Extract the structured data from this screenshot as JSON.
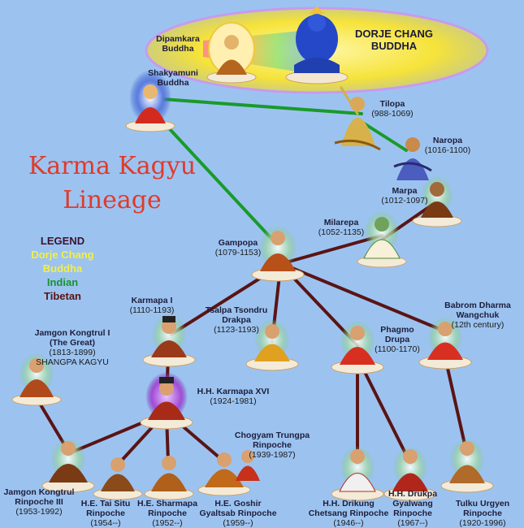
{
  "title": {
    "line1": "Karma Kagyu",
    "line2": "Lineage"
  },
  "legend": {
    "heading": "LEGEND",
    "items": [
      {
        "label": "Dorje Chang",
        "color": "#f6ef3a"
      },
      {
        "label": "Buddha",
        "color": "#f6ef3a"
      },
      {
        "label": "Indian",
        "color": "#17932a"
      },
      {
        "label": "Tibetan",
        "color": "#5c1313"
      }
    ]
  },
  "colors": {
    "background": "#9cc3f0",
    "indian_line": "#1a9a2a",
    "tibetan_line": "#5a1414",
    "title": "#e03a2a"
  },
  "nodes": {
    "dorje_chang": {
      "name_lines": [
        "DORJE CHANG",
        "BUDDHA"
      ]
    },
    "dipamkara": {
      "name_lines": [
        "Dipamkara",
        "Buddha"
      ]
    },
    "shakyamuni": {
      "name_lines": [
        "Shakyamuni",
        "Buddha"
      ]
    },
    "tilopa": {
      "name": "Tilopa",
      "dates": "(988-1069)"
    },
    "naropa": {
      "name": "Naropa",
      "dates": "(1016-1100)"
    },
    "marpa": {
      "name": "Marpa",
      "dates": "(1012-1097)"
    },
    "milarepa": {
      "name": "Milarepa",
      "dates": "(1052-1135)"
    },
    "gampopa": {
      "name": "Gampopa",
      "dates": "(1079-1153)"
    },
    "karmapa1": {
      "name": "Karmapa I",
      "dates": "(1110-1193)"
    },
    "tsalpa": {
      "name_lines": [
        "Tsalpa Tsondru",
        "Drakpa"
      ],
      "dates": "(1123-1193)"
    },
    "phagmo": {
      "name_lines": [
        "Phagmo",
        "Drupa"
      ],
      "dates": "(1100-1170)"
    },
    "babrom": {
      "name_lines": [
        "Babrom Dharma",
        "Wangchuk"
      ],
      "dates": "(12th century)"
    },
    "jamgon1": {
      "name_lines": [
        "Jamgon Kongtrul I",
        "(The Great)"
      ],
      "dates": "(1813-1899)",
      "note": "SHANGPA KAGYU"
    },
    "karmapa16": {
      "name": "H.H. Karmapa XVI",
      "dates": "(1924-1981)"
    },
    "chogyam": {
      "name_lines": [
        "Chogyam Trungpa",
        "Rinpoche"
      ],
      "dates": "(1939-1987)"
    },
    "jamgon3": {
      "name_lines": [
        "Jamgon Kongtrul",
        "Rinpoche III"
      ],
      "dates": "(1953-1992)"
    },
    "taisitu": {
      "name_lines": [
        "H.E. Tai Situ",
        "Rinpoche"
      ],
      "dates": "(1954--)"
    },
    "sharmapa": {
      "name_lines": [
        "H.E. Sharmapa",
        "Rinpoche"
      ],
      "dates": "(1952--)"
    },
    "goshir": {
      "name_lines": [
        "H.E. Goshir",
        "Gyaltsab Rinpoche"
      ],
      "dates": "(1959--)"
    },
    "drikung": {
      "name_lines": [
        "H.H. Drikung",
        "Chetsang Rinpoche"
      ],
      "dates": "(1946--)"
    },
    "drukpa": {
      "name_lines": [
        "H.H. Drukpa",
        "Gyalwang",
        "Rinpoche"
      ],
      "dates": "(1967--)"
    },
    "tulku": {
      "name_lines": [
        "Tulku Urgyen",
        "Rinpoche"
      ],
      "dates": "(1920-1996)"
    }
  }
}
